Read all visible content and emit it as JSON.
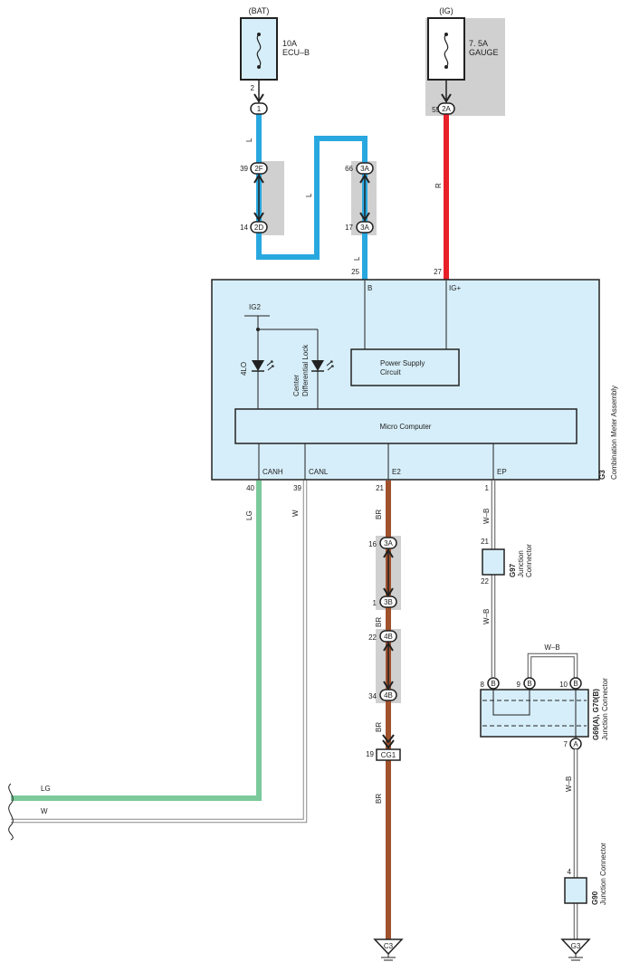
{
  "power": {
    "bat_label": "(BAT)",
    "bat_fuse_amp": "10A",
    "bat_fuse_name": "ECU–B",
    "ig_label": "(IG)",
    "ig_fuse_amp": "7. 5A",
    "ig_fuse_name": "GAUGE"
  },
  "connectors": {
    "bat_pin": "2",
    "bat_plug": "1",
    "ig_pin": "55",
    "ig_plug": "2A",
    "c2f_pin": "39",
    "c2f": "2F",
    "c2d_pin": "14",
    "c2d": "2D",
    "c3a_top_pin": "66",
    "c3a_top": "3A",
    "c3a_bot_pin": "17",
    "c3a_bot": "3A",
    "c3a_br_pin": "16",
    "c3a_br": "3A",
    "c3b_pin": "1",
    "c3b": "3B",
    "c4b_top_pin": "22",
    "c4b_top": "4B",
    "c4b_bot_pin": "34",
    "c4b_bot": "4B",
    "cg1_pin": "19",
    "cg1": "CG1",
    "g97_in": "21",
    "g97_out": "22",
    "jc_pin8": "8",
    "jc_pin9": "9",
    "jc_pin10": "10",
    "jc_pin7": "7",
    "jc_b": "B",
    "jc_a": "A",
    "g90_pin": "4"
  },
  "wires": {
    "L": "L",
    "R": "R",
    "LG": "LG",
    "W": "W",
    "BR": "BR",
    "WB": "W–B",
    "colors": {
      "L": "#29a8e0",
      "R": "#e8202a",
      "LG": "#7cc99b",
      "BR": "#a0522d",
      "W": "#ffffff"
    }
  },
  "meter": {
    "pin_b_num": "25",
    "pin_b": "B",
    "pin_ig_num": "27",
    "pin_ig": "IG+",
    "ig2": "IG2",
    "led1": "4LO",
    "led2_line1": "Center",
    "led2_line2": "Differential Lock",
    "psu_line1": "Power Supply",
    "psu_line2": "Circuit",
    "micro": "Micro Computer",
    "canh": "CANH",
    "canh_num": "40",
    "canl": "CANL",
    "canl_num": "39",
    "e2": "E2",
    "e2_num": "21",
    "ep": "EP",
    "ep_num": "1",
    "code": "G3",
    "name": "Combination Meter Assembly"
  },
  "junctions": {
    "g97_code": "G97",
    "g97_name": "Junction",
    "g97_name2": "Connector",
    "g69_code": "G69(A), G70(B)",
    "g69_name": "Junction Connector",
    "g90_code": "G90",
    "g90_name": "Junction Connector"
  },
  "grounds": {
    "c3": "C3",
    "g3": "G3"
  }
}
